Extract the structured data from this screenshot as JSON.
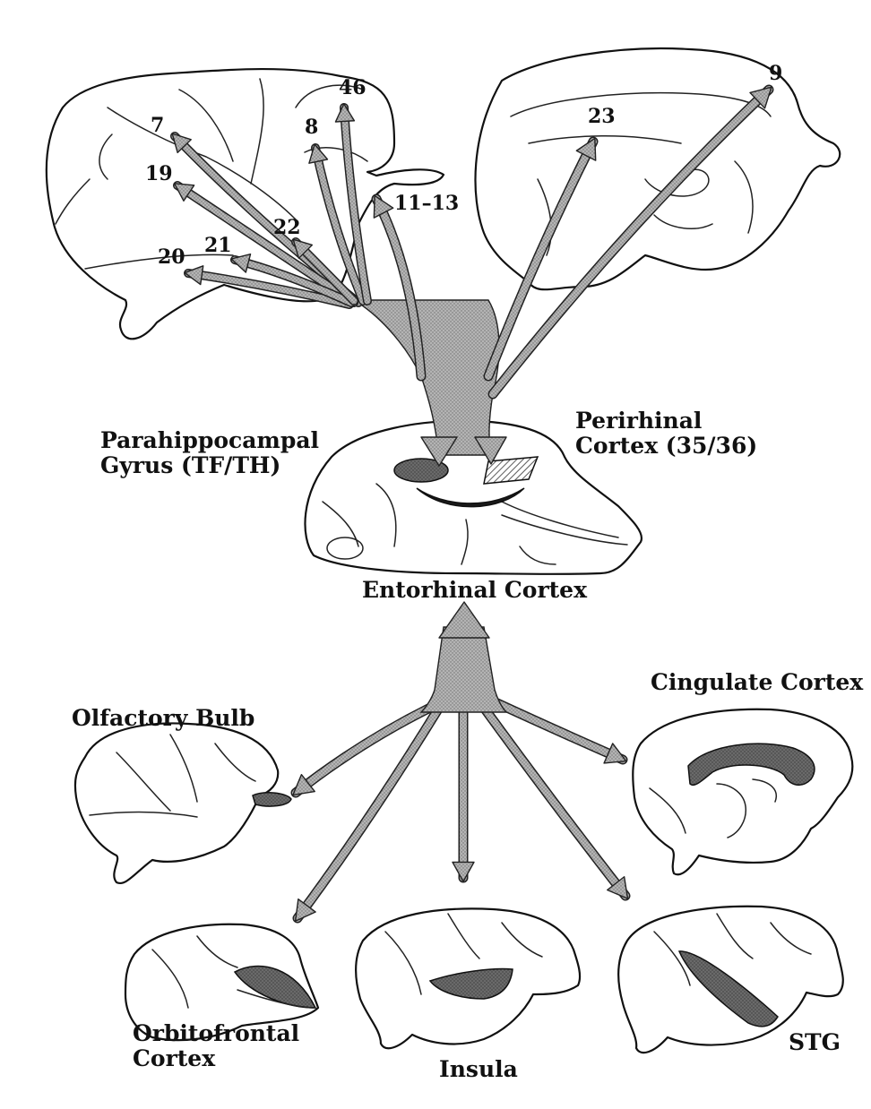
{
  "colors": {
    "arrow_fill": "#a6a6a6",
    "region_fill": "#6a6a6a",
    "outline": "#111111",
    "background": "#ffffff"
  },
  "labels": {
    "parahippocampal": [
      "Parahippocampal",
      "Gyrus (TF/TH)"
    ],
    "perirhinal": [
      "Perirhinal",
      "Cortex (35/36)"
    ],
    "entorhinal": "Entorhinal Cortex",
    "cingulate": "Cingulate Cortex",
    "olfactory": "Olfactory Bulb",
    "orbitofrontal": [
      "Orbitofrontal",
      "Cortex"
    ],
    "insula": "Insula",
    "stg": "STG"
  },
  "area_numbers": {
    "a7": "7",
    "a19": "19",
    "a20": "20",
    "a21": "21",
    "a22": "22",
    "a8": "8",
    "a46": "46",
    "a11_13": "11–13",
    "a23": "23",
    "a9": "9"
  }
}
